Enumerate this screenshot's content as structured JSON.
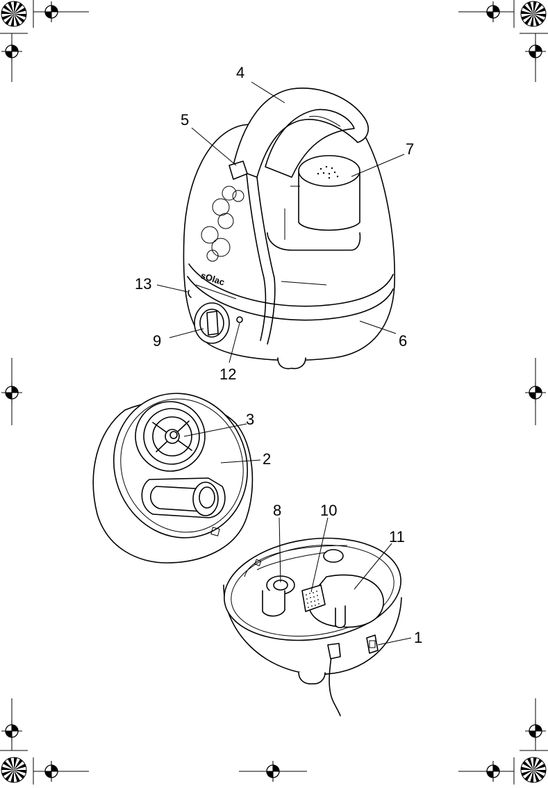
{
  "figure": {
    "labels": {
      "l1": "1",
      "l2": "2",
      "l3": "3",
      "l4": "4",
      "l5": "5",
      "l6": "6",
      "l7": "7",
      "l8": "8",
      "l9": "9",
      "l10": "10",
      "l11": "11",
      "l12": "12",
      "l13": "13"
    },
    "brand": "sOlac"
  },
  "colors": {
    "ink": "#000000",
    "paper": "#ffffff",
    "shade": "#f2f2f2"
  },
  "icons": [
    "registration-mark-icon",
    "starburst-mark-icon"
  ]
}
